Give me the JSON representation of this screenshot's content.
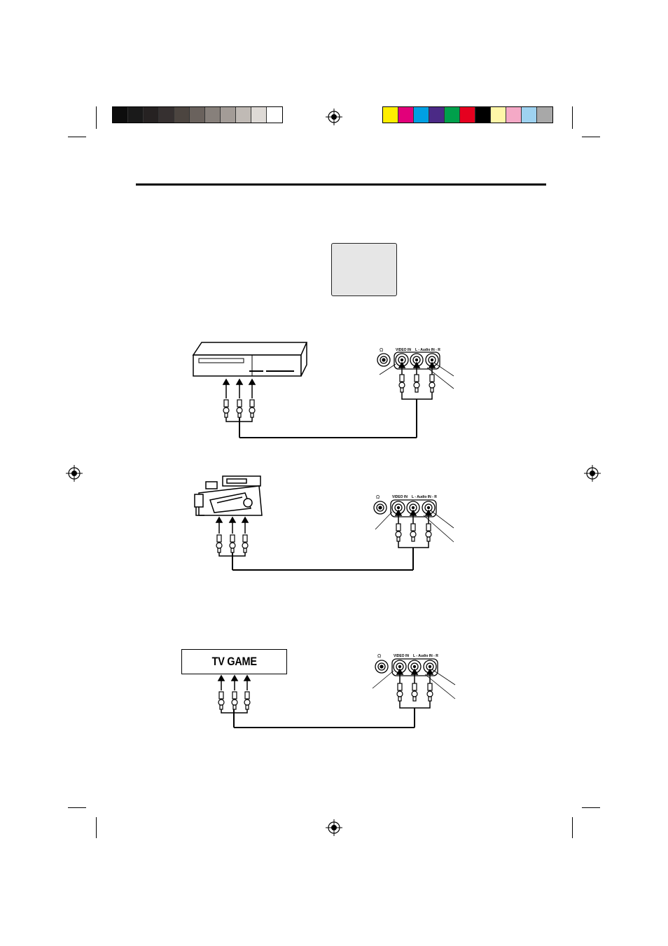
{
  "registration": {
    "gray_swatches": [
      "#0d0d0d",
      "#1a1a1a",
      "#262222",
      "#363030",
      "#4c4540",
      "#6a625d",
      "#87807b",
      "#a39c97",
      "#c0bab5",
      "#dedad6",
      "#ffffff"
    ],
    "color_swatches": [
      "#ffef00",
      "#e2007a",
      "#00a0e3",
      "#4b2a86",
      "#00a04b",
      "#e5001f",
      "#000000",
      "#fff6a8",
      "#f4a9c6",
      "#9ed2f0",
      "#a8a8a8"
    ]
  },
  "panel": {
    "headphone_symbol": "Ω",
    "video_label": "VIDEO IN",
    "audio_label": "L - Audio IN - R"
  },
  "devices": {
    "tv_game_label": "TV GAME"
  }
}
